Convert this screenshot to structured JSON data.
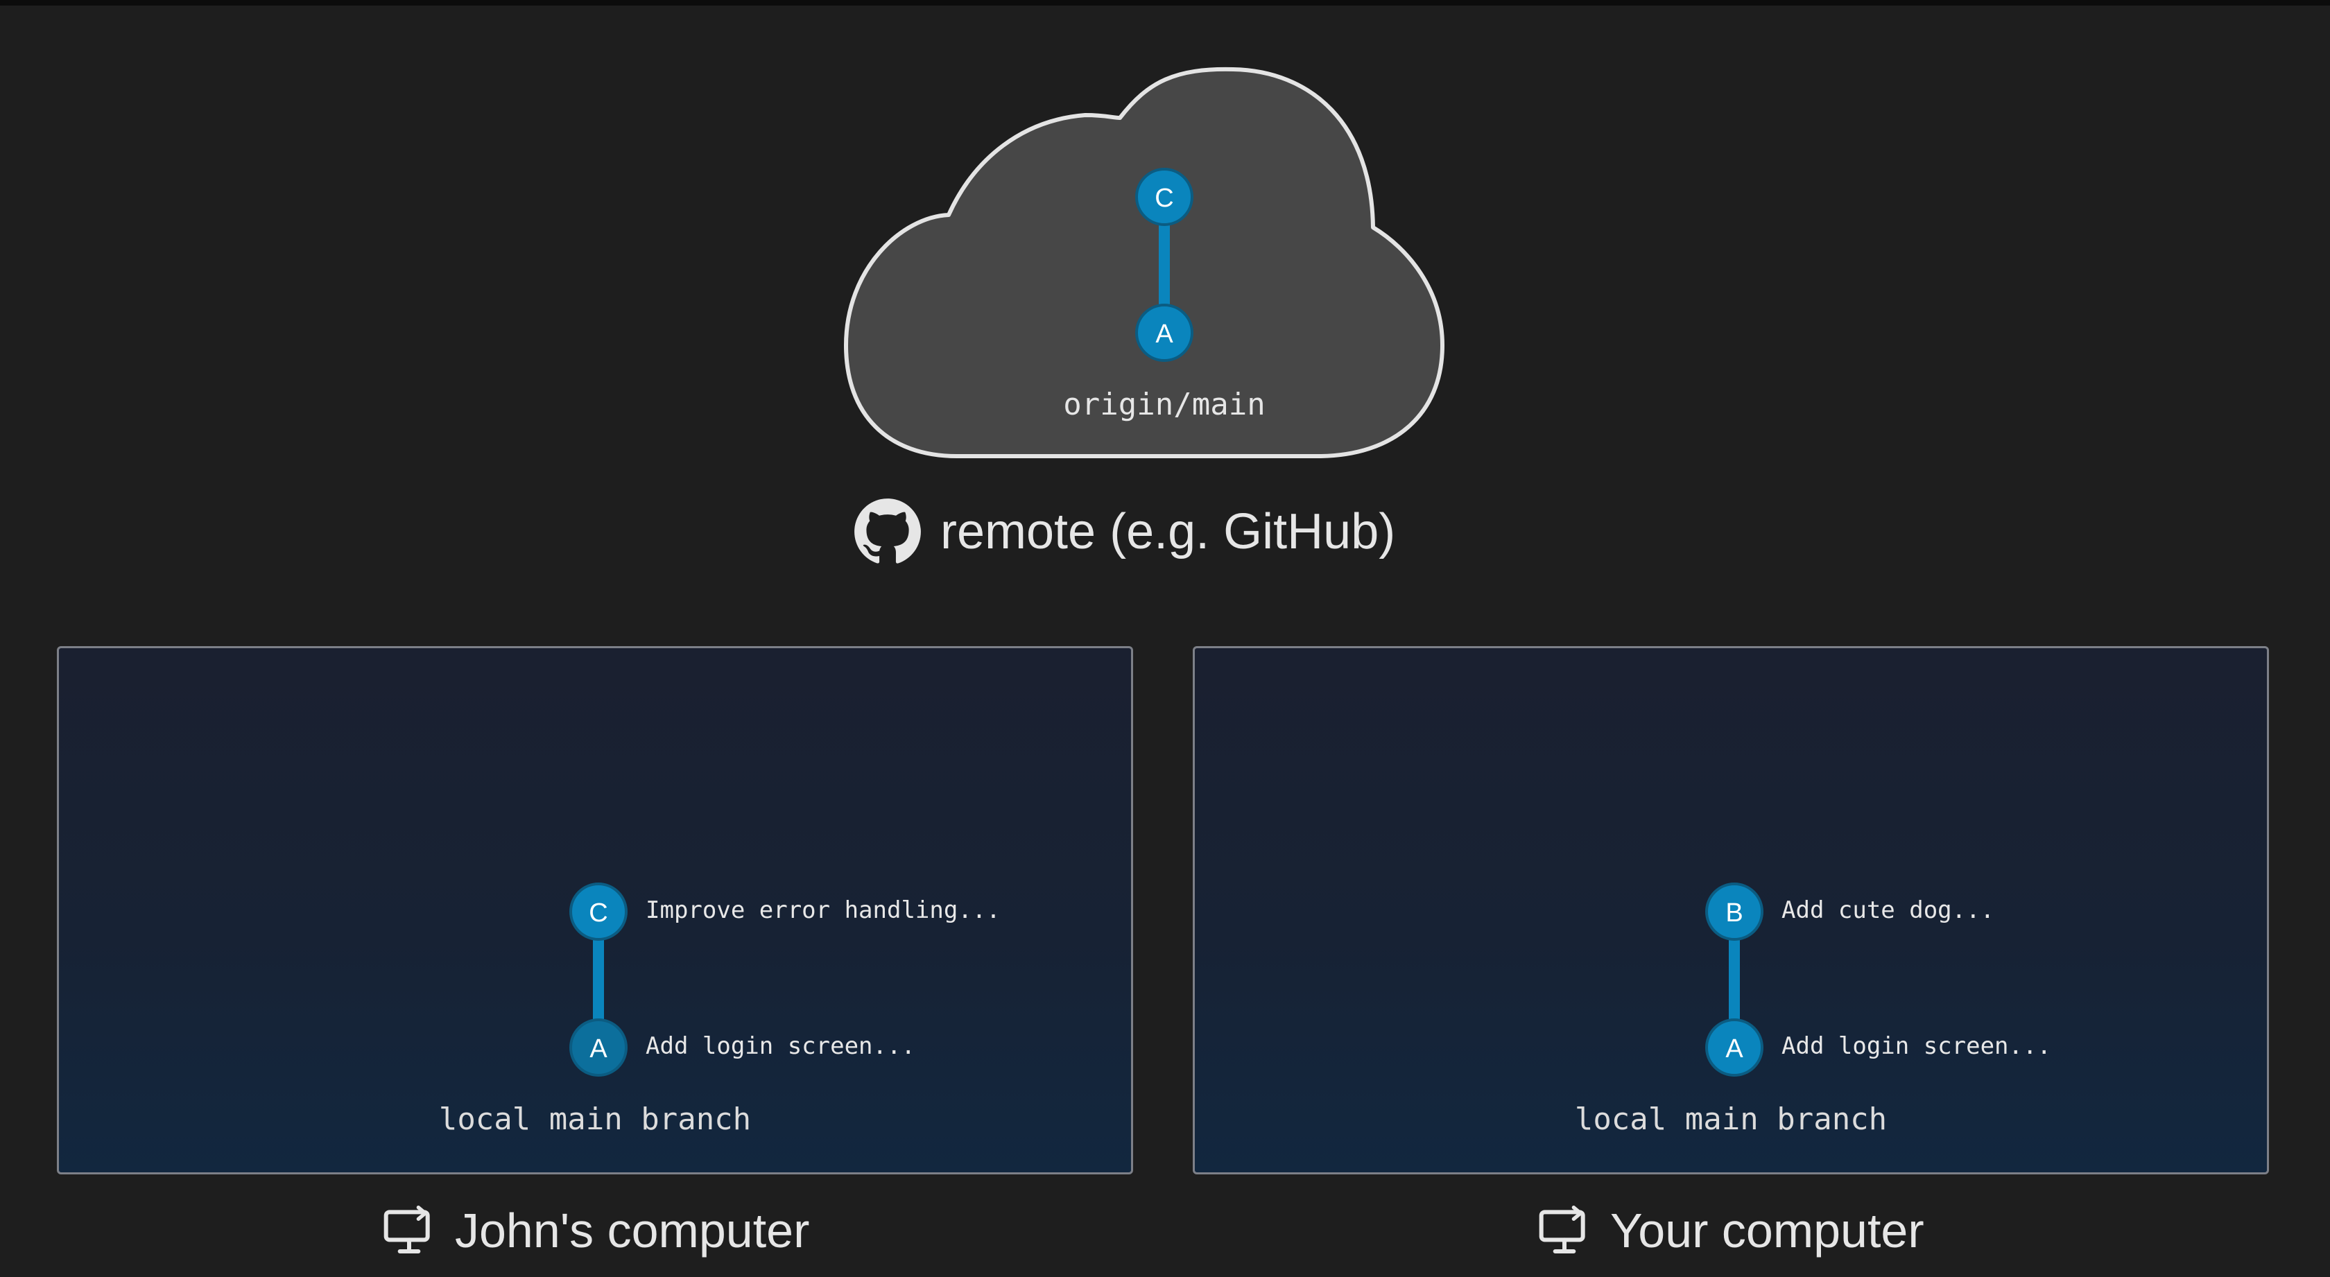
{
  "remote": {
    "branch_label": "origin/main",
    "caption": "remote (e.g. GitHub)",
    "icon": "github-icon",
    "commits": [
      {
        "id": "C"
      },
      {
        "id": "A"
      }
    ]
  },
  "computers": [
    {
      "owner_caption": "John's computer",
      "icon": "computer-icon",
      "branch_label": "local main branch",
      "commits": [
        {
          "id": "C",
          "message": "Improve error handling..."
        },
        {
          "id": "A",
          "message": "Add login screen..."
        }
      ]
    },
    {
      "owner_caption": "Your computer",
      "icon": "computer-icon",
      "branch_label": "local main branch",
      "commits": [
        {
          "id": "B",
          "message": "Add cute dog..."
        },
        {
          "id": "A",
          "message": "Add login screen..."
        }
      ]
    }
  ],
  "colors": {
    "background": "#1e1e1e",
    "commit_node": "#0a85bd",
    "commit_node_dark": "#0c6f9c",
    "cloud_fill": "#474747",
    "cloud_stroke": "#e4e4e4"
  }
}
